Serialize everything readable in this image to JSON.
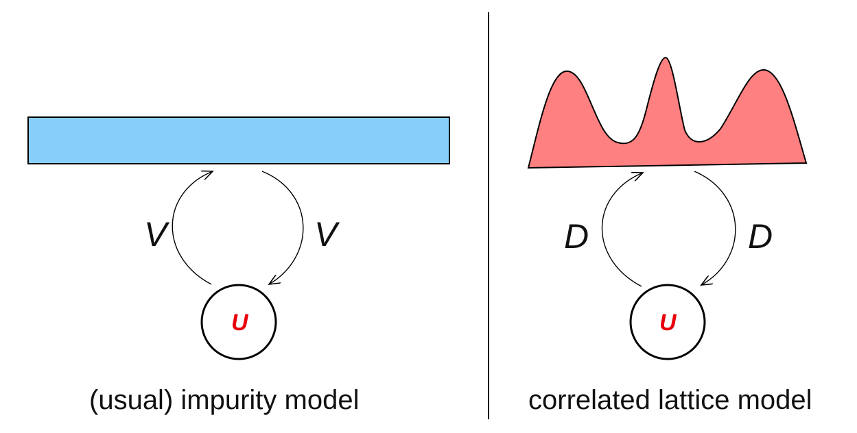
{
  "left_panel": {
    "hop_left_label": "V",
    "hop_right_label": "V",
    "site_label": "U",
    "caption": "(usual) impurity model"
  },
  "right_panel": {
    "hop_left_label": "D",
    "hop_right_label": "D",
    "site_label": "U",
    "caption": "correlated lattice model"
  },
  "colors": {
    "bath": "#87CEFA",
    "lattice_dos": "#FF8080",
    "interaction_label": "#E8000B",
    "line": "#000000"
  }
}
